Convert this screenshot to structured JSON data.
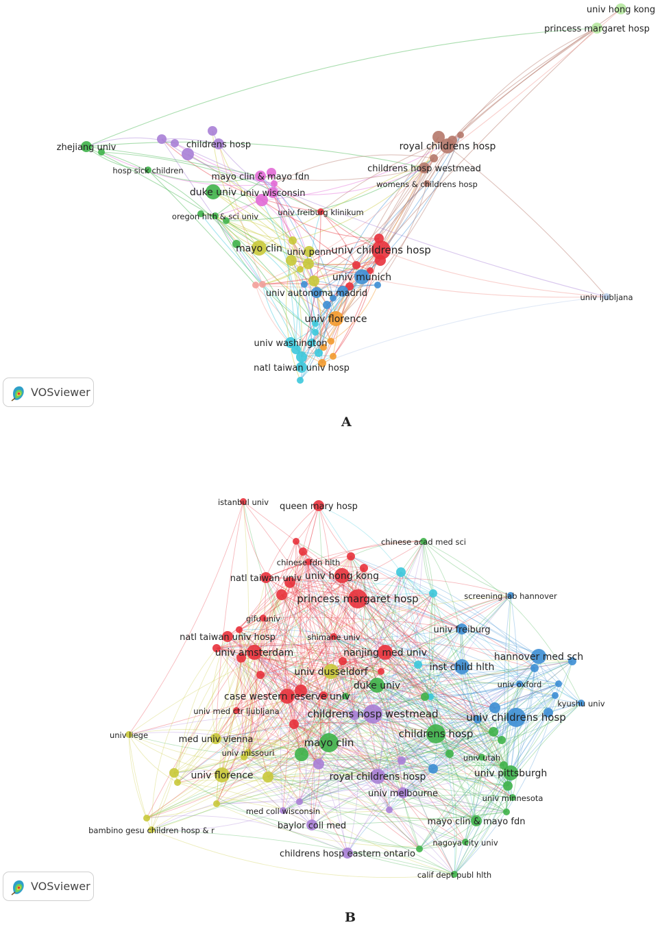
{
  "app": {
    "logo_text": "VOSviewer",
    "logo_icon": "vosviewer-logo-icon"
  },
  "panels": [
    {
      "label": "A",
      "clusters": {
        "red": "#e8323c",
        "green": "#3fb34a",
        "blue": "#3d8ed4",
        "yellow": "#c9c93a",
        "purple": "#a880d6",
        "cyan": "#3cc8dc",
        "orange": "#f39a2e",
        "brown": "#b5786a",
        "pink": "#e26ad6",
        "salmon": "#f3a09a",
        "lightgreen": "#b6e8a0",
        "lightblue": "#b8cdea"
      },
      "nodes": [
        {
          "label": "univ hong kong",
          "cluster": "lightgreen",
          "w": 3
        },
        {
          "label": "princess margaret hosp",
          "cluster": "lightgreen",
          "w": 3
        },
        {
          "label": "zhejiang univ",
          "cluster": "green",
          "w": 3
        },
        {
          "label": "childrens hosp",
          "cluster": "purple",
          "w": 3
        },
        {
          "label": "royal childrens hosp",
          "cluster": "brown",
          "w": 4
        },
        {
          "label": "hosp sick children",
          "cluster": "green",
          "w": 2
        },
        {
          "label": "childrens hosp westmead",
          "cluster": "brown",
          "w": 3
        },
        {
          "label": "mayo clin & mayo fdn",
          "cluster": "pink",
          "w": 3
        },
        {
          "label": "womens & childrens hosp",
          "cluster": "brown",
          "w": 2
        },
        {
          "label": "duke univ",
          "cluster": "green",
          "w": 4
        },
        {
          "label": "univ wisconsin",
          "cluster": "pink",
          "w": 3
        },
        {
          "label": "univ freiburg klinikum",
          "cluster": "red",
          "w": 2
        },
        {
          "label": "oregon hlth & sci univ",
          "cluster": "green",
          "w": 2
        },
        {
          "label": "mayo clin",
          "cluster": "yellow",
          "w": 4
        },
        {
          "label": "univ penn",
          "cluster": "yellow",
          "w": 3
        },
        {
          "label": "univ childrens hosp",
          "cluster": "red",
          "w": 5
        },
        {
          "label": "univ munich",
          "cluster": "blue",
          "w": 4
        },
        {
          "label": "univ autonoma madrid",
          "cluster": "blue",
          "w": 3
        },
        {
          "label": "univ ljubljana",
          "cluster": "lightblue",
          "w": 2
        },
        {
          "label": "univ florence",
          "cluster": "orange",
          "w": 4
        },
        {
          "label": "univ washington",
          "cluster": "cyan",
          "w": 3
        },
        {
          "label": "natl taiwan univ hosp",
          "cluster": "cyan",
          "w": 3
        }
      ]
    },
    {
      "label": "B",
      "clusters": {
        "red": "#e8323c",
        "green": "#3fb34a",
        "blue": "#3d8ed4",
        "yellow": "#c9c93a",
        "purple": "#a880d6",
        "cyan": "#3cc8dc"
      },
      "nodes": [
        {
          "label": "istanbul univ",
          "cluster": "red",
          "w": 2
        },
        {
          "label": "queen mary hosp",
          "cluster": "red",
          "w": 3
        },
        {
          "label": "chinese acad med sci",
          "cluster": "green",
          "w": 2
        },
        {
          "label": "chinese fdn hlth",
          "cluster": "red",
          "w": 2
        },
        {
          "label": "natl taiwan univ",
          "cluster": "red",
          "w": 3
        },
        {
          "label": "univ hong kong",
          "cluster": "red",
          "w": 4
        },
        {
          "label": "screening lab hannover",
          "cluster": "blue",
          "w": 2
        },
        {
          "label": "princess margaret hosp",
          "cluster": "red",
          "w": 5
        },
        {
          "label": "gifu univ",
          "cluster": "red",
          "w": 2
        },
        {
          "label": "univ freiburg",
          "cluster": "blue",
          "w": 3
        },
        {
          "label": "natl taiwan univ hosp",
          "cluster": "red",
          "w": 3
        },
        {
          "label": "shimane univ",
          "cluster": "red",
          "w": 2
        },
        {
          "label": "univ amsterdam",
          "cluster": "red",
          "w": 4
        },
        {
          "label": "nanjing med univ",
          "cluster": "red",
          "w": 4
        },
        {
          "label": "hannover med sch",
          "cluster": "blue",
          "w": 4
        },
        {
          "label": "inst child hlth",
          "cluster": "blue",
          "w": 4
        },
        {
          "label": "univ dusseldorf",
          "cluster": "yellow",
          "w": 4
        },
        {
          "label": "univ oxford",
          "cluster": "blue",
          "w": 2
        },
        {
          "label": "duke univ",
          "cluster": "green",
          "w": 4
        },
        {
          "label": "case western reserve univ",
          "cluster": "red",
          "w": 4
        },
        {
          "label": "kyushu univ",
          "cluster": "blue",
          "w": 2
        },
        {
          "label": "univ med ctr ljubljana",
          "cluster": "red",
          "w": 2
        },
        {
          "label": "childrens hosp westmead",
          "cluster": "purple",
          "w": 5
        },
        {
          "label": "univ childrens hosp",
          "cluster": "blue",
          "w": 5
        },
        {
          "label": "univ liege",
          "cluster": "yellow",
          "w": 2
        },
        {
          "label": "med univ vienna",
          "cluster": "yellow",
          "w": 3
        },
        {
          "label": "mayo clin",
          "cluster": "green",
          "w": 5
        },
        {
          "label": "childrens hosp",
          "cluster": "green",
          "w": 5
        },
        {
          "label": "univ missouri",
          "cluster": "yellow",
          "w": 2
        },
        {
          "label": "univ utah",
          "cluster": "green",
          "w": 2
        },
        {
          "label": "univ florence",
          "cluster": "yellow",
          "w": 4
        },
        {
          "label": "royal childrens hosp",
          "cluster": "purple",
          "w": 4
        },
        {
          "label": "univ pittsburgh",
          "cluster": "green",
          "w": 4
        },
        {
          "label": "univ melbourne",
          "cluster": "purple",
          "w": 3
        },
        {
          "label": "univ minnesota",
          "cluster": "green",
          "w": 2
        },
        {
          "label": "med coll wisconsin",
          "cluster": "purple",
          "w": 2
        },
        {
          "label": "mayo clin & mayo fdn",
          "cluster": "green",
          "w": 3
        },
        {
          "label": "baylor coll med",
          "cluster": "purple",
          "w": 3
        },
        {
          "label": "bambino gesu children hosp & r",
          "cluster": "yellow",
          "w": 2
        },
        {
          "label": "nagoya city univ",
          "cluster": "green",
          "w": 2
        },
        {
          "label": "childrens hosp eastern ontario",
          "cluster": "purple",
          "w": 3
        },
        {
          "label": "calif dept publ hlth",
          "cluster": "green",
          "w": 2
        }
      ]
    }
  ]
}
